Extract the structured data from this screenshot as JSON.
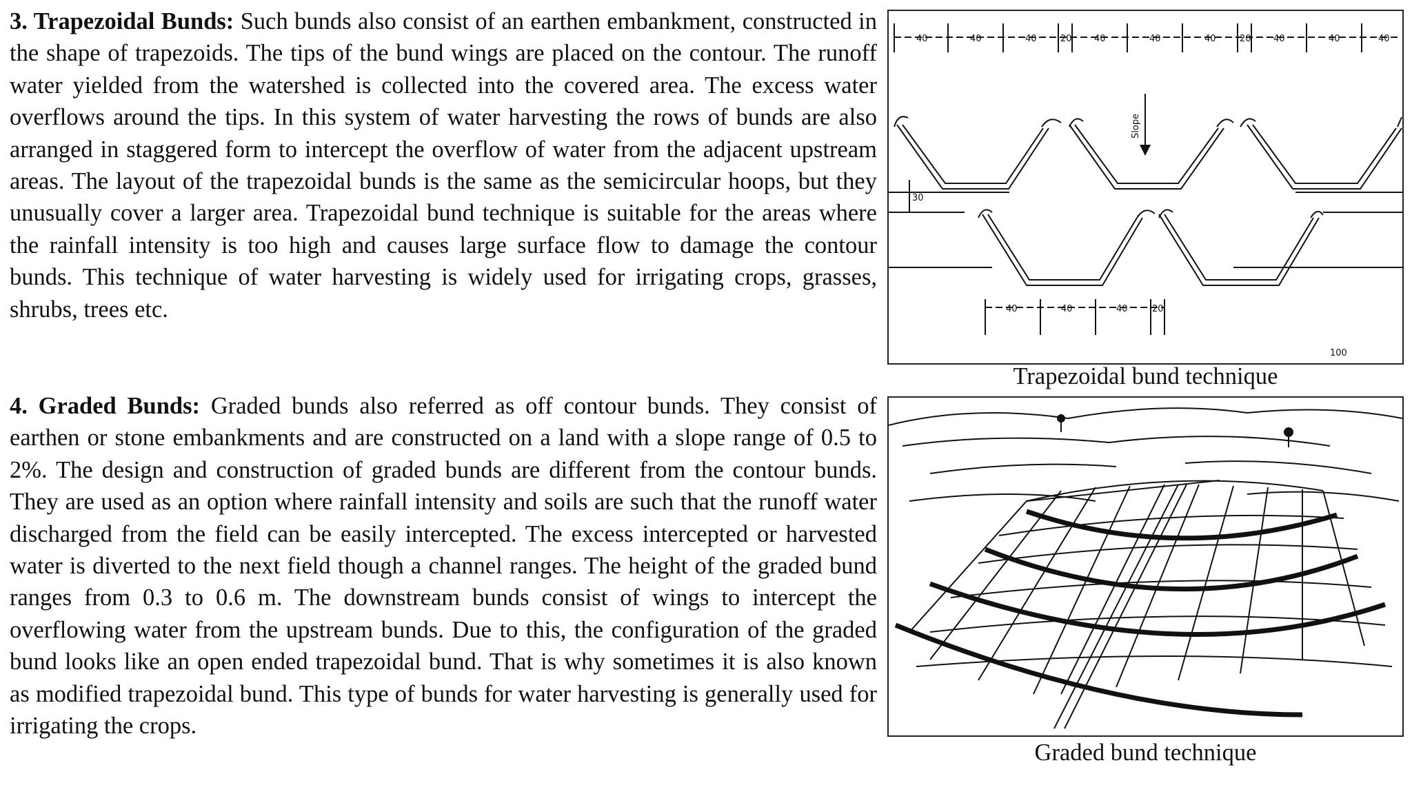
{
  "sections": [
    {
      "heading": "3. Trapezoidal Bunds:",
      "body": "Such bunds also consist of an earthen embankment, constructed in the shape of trapezoids. The tips of the bund wings are placed on the contour. The runoff water yielded from the watershed is collected into the covered area. The excess water overflows around the tips. In this system of water harvesting the rows of bunds are also arranged in staggered form to intercept the overflow of water from the adjacent upstream areas. The layout of the trapezoidal bunds is the same as the semicircular hoops, but they unusually cover a larger area. Trapezoidal bund technique is suitable for the areas where the rainfall intensity is too high and causes large surface flow to damage the contour bunds. This technique of water harvesting is widely used for irrigating crops, grasses, shrubs, trees etc."
    },
    {
      "heading": "4. Graded Bunds:",
      "body": "Graded bunds also referred as off contour bunds. They consist of earthen or stone embankments and are constructed on a land with a slope range of 0.5 to 2%. The design and construction of graded bunds are different from the contour bunds. They are used as an option where rainfall intensity and soils are such that the runoff water discharged from the field can be easily intercepted. The excess intercepted or harvested water is diverted to the next field though a channel ranges. The height of the graded bund ranges from 0.3 to 0.6 m. The downstream bunds consist of wings to intercept the overflowing water from the upstream bunds. Due to this, the configuration of the graded bund looks like an open ended trapezoidal bund. That is why sometimes it is also known as modified trapezoidal bund. This type of bunds for water harvesting is generally used for irrigating the crops."
    }
  ],
  "figures": {
    "trapezoidal": {
      "caption": "Trapezoidal bund technique",
      "slope_label": "Slope",
      "dim_40": "40",
      "dim_20": "20",
      "dim_30": "30",
      "dim_100": "100"
    },
    "graded": {
      "caption": "Graded bund technique"
    }
  }
}
